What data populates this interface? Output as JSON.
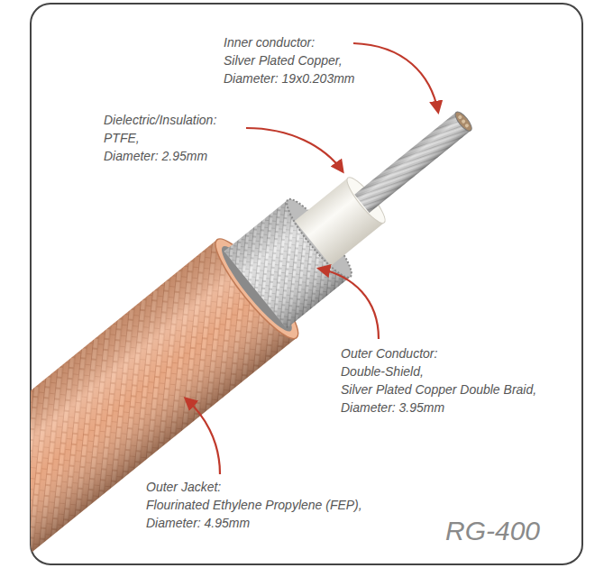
{
  "diagram": {
    "labels": [
      "Inner conductor:",
      "Silver Plated Copper,",
      "Diameter: 19x0.203mm",
      "Dielectric/Insulation:",
      "PTFE,",
      "Diameter: 2.95mm",
      "Outer Conductor:",
      "Double-Shield,",
      "Silver Plated Copper Double Braid,",
      "Diameter: 3.95mm",
      "Outer Jacket:",
      "Flourinated Ethylene Propylene (FEP),",
      "Diameter: 4.95mm",
      "RG-400"
    ]
  }
}
